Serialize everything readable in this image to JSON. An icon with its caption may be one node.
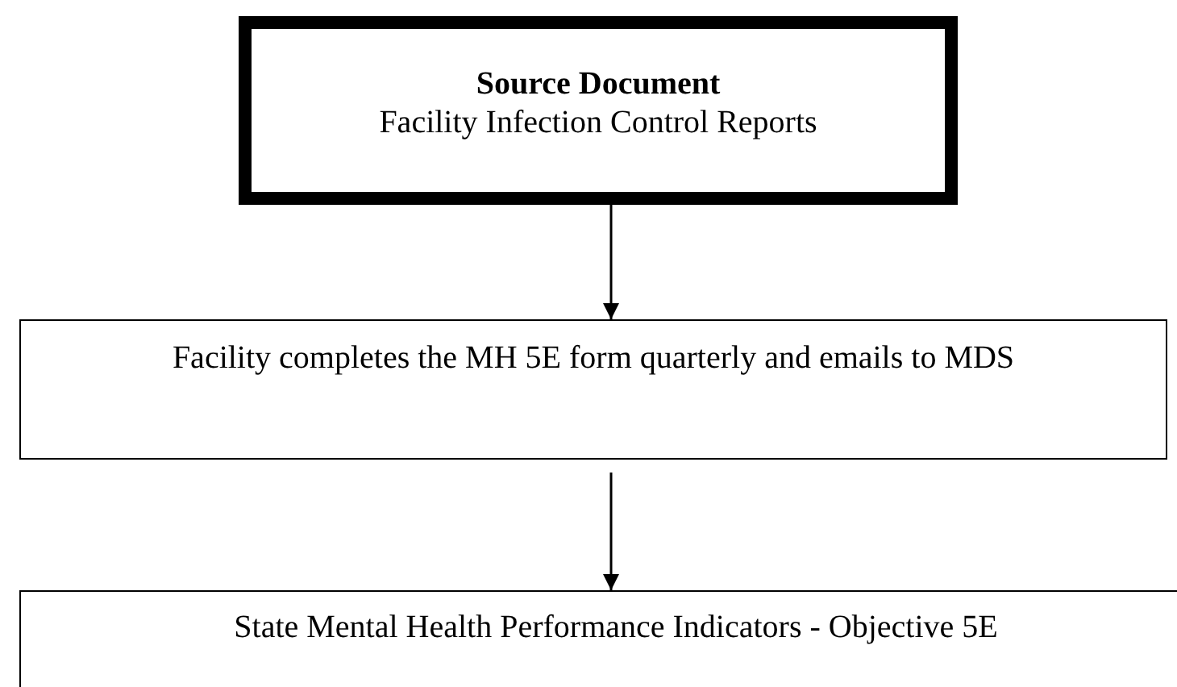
{
  "diagram": {
    "nodes": [
      {
        "text": [
          "Source Document",
          "Facility Infection Control Reports"
        ]
      },
      {
        "text": [
          "Facility completes the MH 5E form quarterly and emails to MDS"
        ]
      },
      {
        "text": [
          "State Mental Health Performance Indicators - Objective 5E"
        ]
      }
    ],
    "edges": [
      {
        "from": 0,
        "to": 1,
        "arrow": "to"
      },
      {
        "from": 1,
        "to": 2,
        "arrow": "to"
      }
    ]
  }
}
